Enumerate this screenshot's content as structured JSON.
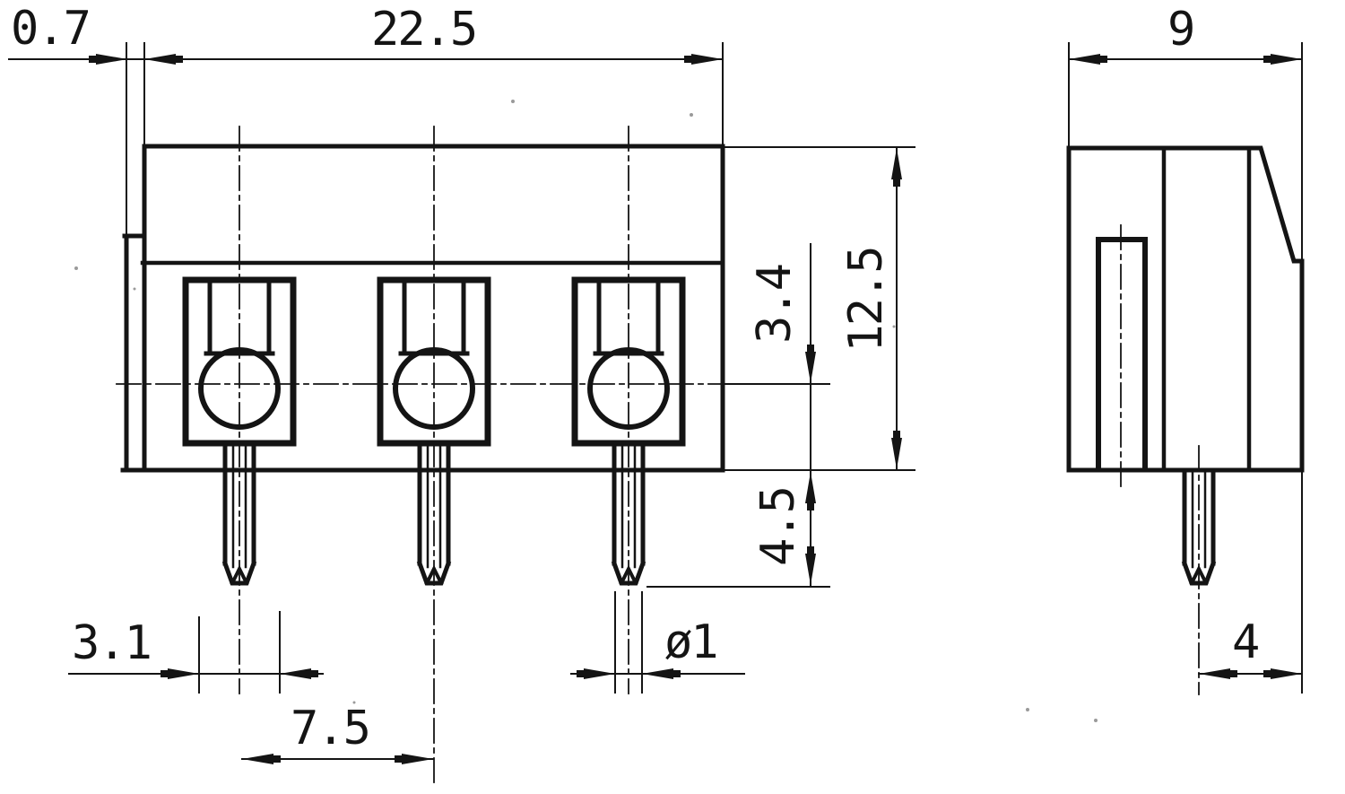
{
  "colors": {
    "ink": "#141414",
    "paper": "#ffffff"
  },
  "dims": {
    "step": "0.7",
    "overall_width": "22.5",
    "depth": "9",
    "screw_axis_to_bottom": "3.4",
    "overall_height": "12.5",
    "pin_length": "4.5",
    "screw_hole_dia": "3.1",
    "pin_pitch": "7.5",
    "pin_dia": "ø1",
    "pin_to_back": "4"
  }
}
